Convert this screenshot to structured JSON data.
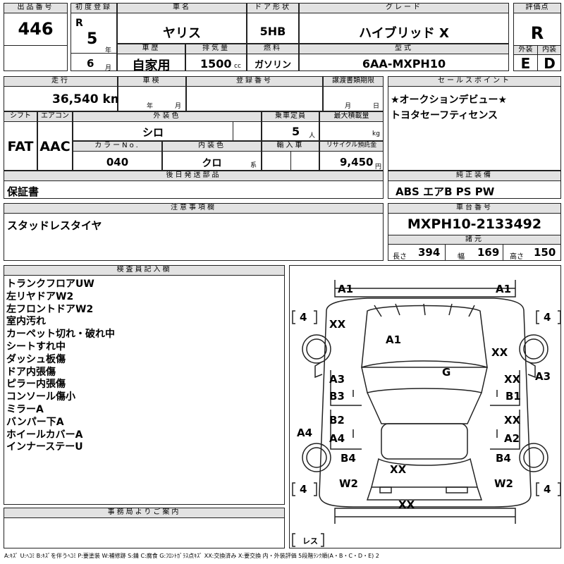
{
  "header": {
    "lot_no_label": "出品番号",
    "lot_no": "446",
    "first_reg_label": "初度登録",
    "era": "R",
    "year": "5",
    "year_unit": "年",
    "month": "6",
    "month_unit": "月",
    "car_name_label": "車名",
    "car_name": "ヤリス",
    "door_label": "ドア形状",
    "door": "5HB",
    "grade_label": "グレード",
    "grade": "ハイブリッド X",
    "score_label": "評価点",
    "score": "R",
    "history_label": "車歴",
    "history": "自家用",
    "displacement_label": "排気量",
    "displacement": "1500",
    "displacement_unit": "cc",
    "fuel_label": "燃料",
    "fuel": "ガソリン",
    "model_label": "型式",
    "model": "6AA-MXPH10",
    "exterior_label": "外装",
    "exterior": "E",
    "interior_label": "内装",
    "interior": "D"
  },
  "row2": {
    "mileage_label": "走行",
    "mileage": "36,540 km",
    "inspection_label": "車検",
    "inspection_year_unit": "年",
    "inspection_month_unit": "月",
    "reg_no_label": "登録番号",
    "transfer_label": "譲渡書類期限",
    "transfer_month_unit": "月",
    "transfer_day_unit": "日",
    "sales_point_label": "セールスポイント",
    "sales_points": [
      "★オークションデビュー★",
      "トヨタセーフティセンス"
    ]
  },
  "row3": {
    "shift_label": "シフト",
    "shift": "FAT",
    "ac_label": "エアコン",
    "ac": "AAC",
    "ext_color_label": "外装色",
    "ext_color": "シロ",
    "capacity_label": "乗車定員",
    "capacity": "5",
    "capacity_unit": "人",
    "max_load_label": "最大積載量",
    "max_load_unit": "kg",
    "color_no_label": "カラーNo.",
    "color_no": "040",
    "int_color_label": "内装色",
    "int_color": "クロ",
    "int_color_unit": "系",
    "import_label": "輸入車",
    "recycle_label": "リサイクル預託金",
    "recycle": "9,450",
    "recycle_unit": "円"
  },
  "later_parts": {
    "label": "後日発送部品",
    "value": "保証書"
  },
  "genuine": {
    "label": "純正装備",
    "value": "ABS エアB PS PW"
  },
  "notes": {
    "label": "注意事項欄",
    "value": "スタッドレスタイヤ"
  },
  "chassis": {
    "label": "車台番号",
    "value": "MXPH10-2133492",
    "spec_label": "諸元",
    "length_label": "長さ",
    "length": "394",
    "width_label": "幅",
    "width": "169",
    "height_label": "高さ",
    "height": "150"
  },
  "inspector": {
    "label": "検査員記入欄",
    "items": [
      "トランクフロアUW",
      "左リヤドアW2",
      "左フロントドアW2",
      "室内汚れ",
      "カーペット切れ・破れ中",
      "シートすれ中",
      "ダッシュ板傷",
      "ドア内張傷",
      "ピラー内張傷",
      "コンソール傷小",
      "ミラーA",
      "バンパー下A",
      "ホイールカバーA",
      "インナーステーU"
    ]
  },
  "diagram": {
    "marks": [
      "A1",
      "A1",
      "4",
      "4",
      "XX",
      "A1",
      "XX",
      "G",
      "A3",
      "XX",
      "A3",
      "B3",
      "B1",
      "B2",
      "XX",
      "A4",
      "A4",
      "A2",
      "B4",
      "B4",
      "XX",
      "4",
      "4",
      "W2",
      "W2",
      "XX"
    ],
    "lesu": "レス"
  },
  "office": {
    "label": "事務局よりご案内"
  },
  "legend": "A:ｷｽﾞ U:ﾍｺﾐ B:ｷｽﾞを伴うﾍｺﾐ P:要塗装 W:補修跡 S:錆 C:腐食 G:ﾌﾛﾝﾄｶﾞﾗｽ点ｷｽﾞ XX:交換済み X:要交換 内・外装評価 5段階ﾗﾝｸ順(A・B・C・D・E) 2"
}
